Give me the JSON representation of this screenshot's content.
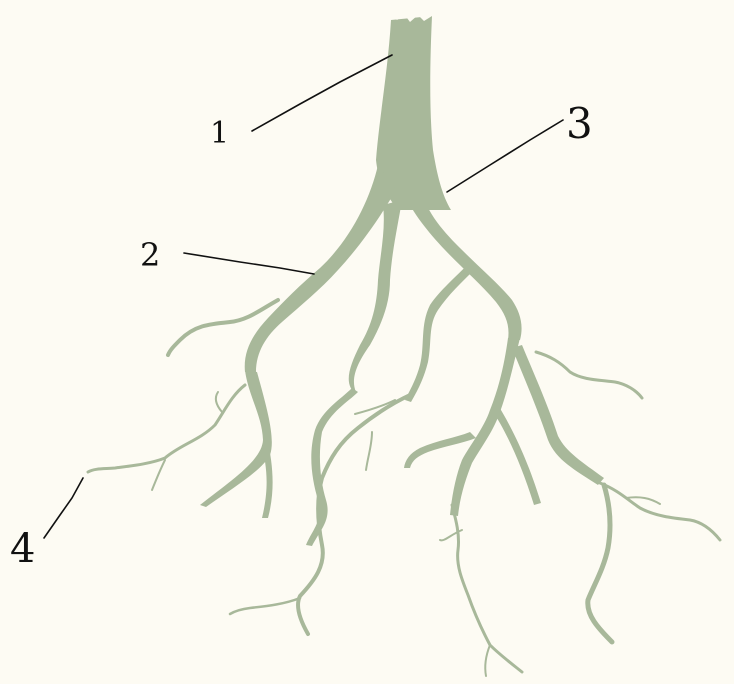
{
  "colors": {
    "background": "#fdfbf3",
    "root": "#a8b89a",
    "leader": "#111111"
  },
  "labels": {
    "one": "1",
    "two": "2",
    "three": "3",
    "four": "4"
  }
}
